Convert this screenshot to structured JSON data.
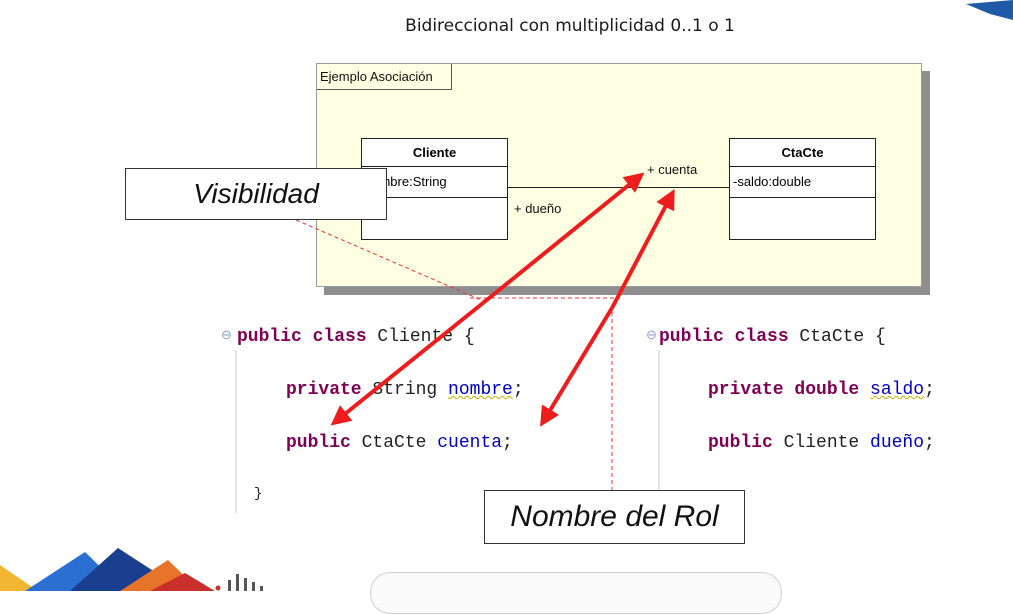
{
  "slide_title": "Bidireccional con multiplicidad 0..1 o 1",
  "diagram": {
    "frame_label": "Ejemplo Asociación",
    "class_cliente": {
      "name": "Cliente",
      "attribute": "nombre:String"
    },
    "class_ctacte": {
      "name": "CtaCte",
      "attribute": "-saldo:double"
    },
    "role_cuenta": "+ cuenta",
    "role_dueno": "+ dueño"
  },
  "code_cliente": {
    "line1_kw": "public class",
    "line1_name": " Cliente {",
    "line2_kw": "private",
    "line2_type": " String ",
    "line2_field": "nombre",
    "line2_end": ";",
    "line3_kw": "public",
    "line3_type": " CtaCte ",
    "line3_field": "cuenta",
    "line3_end": ";",
    "close": "}"
  },
  "code_ctacte": {
    "line1_kw": "public class",
    "line1_name": " CtaCte {",
    "line2_kw": "private double",
    "line2_space": " ",
    "line2_field": "saldo",
    "line2_end": ";",
    "line3_kw": "public",
    "line3_type": " Cliente ",
    "line3_field": "dueño",
    "line3_end": ";"
  },
  "callouts": {
    "visibilidad": "Visibilidad",
    "nombre_rol": "Nombre del Rol"
  },
  "colors": {
    "arrow": "#ee1c1c",
    "dashed_line": "#ee3333",
    "keyword": "#7f0055",
    "field": "#0000c0",
    "frame_fill": "#fefee2"
  }
}
